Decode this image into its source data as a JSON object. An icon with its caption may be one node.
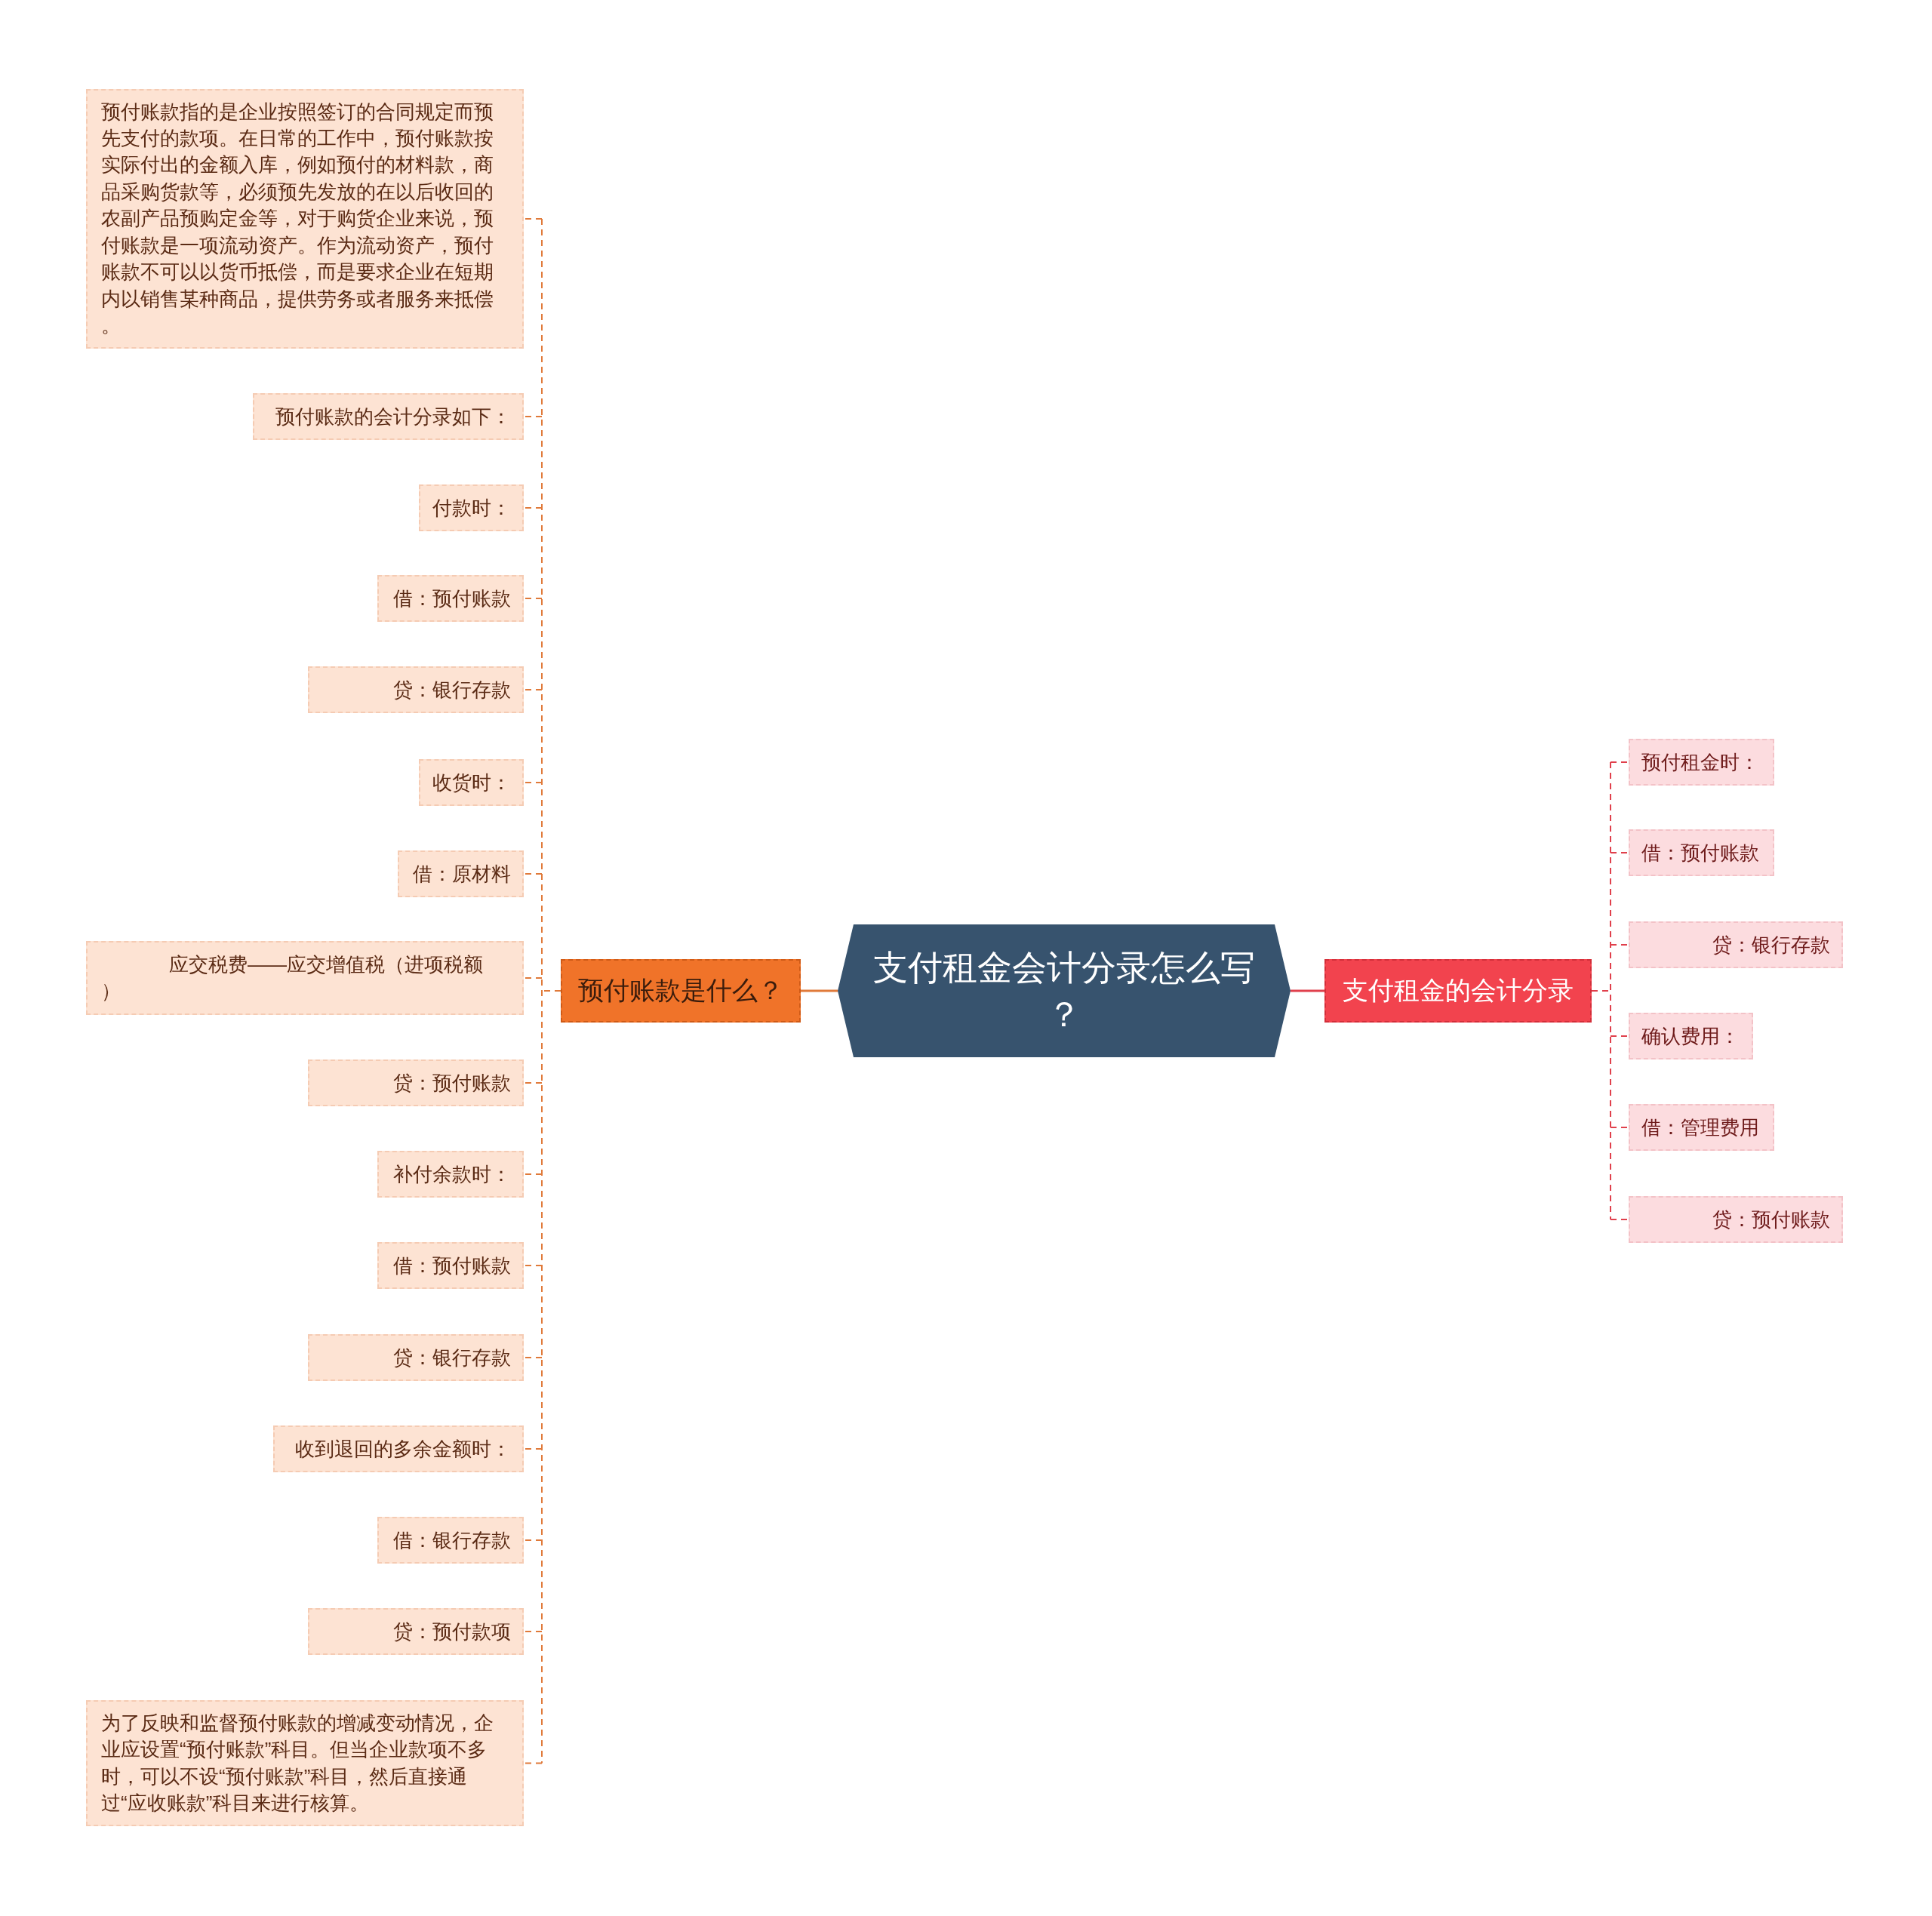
{
  "diagram": {
    "nodes": [
      {
        "text": [
          "支付租金会计分录怎么写？"
        ]
      },
      {
        "text": [
          "预付账款是什么？"
        ]
      },
      {
        "text": [
          "预付账款指的是企业按照签订的合同规定而预先支付的款项。在日常的工作中，预付账款按实际付出的金额入库，例如预付的材料款，商品采购货款等，必须预先发放的在以后收回的农副产品预购定金等，对于购货企业来说，预付账款是一项流动资产。作为流动资产，预付账款不可以以货币抵偿，而是要求企业在短期内以销售某种商品，提供劳务或者服务来抵偿。"
        ]
      },
      {
        "text": [
          "预付账款的会计分录如下："
        ]
      },
      {
        "text": [
          "付款时："
        ]
      },
      {
        "text": [
          "借：预付账款"
        ]
      },
      {
        "text": [
          "贷：银行存款"
        ]
      },
      {
        "text": [
          "收货时："
        ]
      },
      {
        "text": [
          "借：原材料"
        ]
      },
      {
        "text": [
          "应交税费——应交增值税（进项税额）"
        ]
      },
      {
        "text": [
          "贷：预付账款"
        ]
      },
      {
        "text": [
          "补付余款时："
        ]
      },
      {
        "text": [
          "借：预付账款"
        ]
      },
      {
        "text": [
          "贷：银行存款"
        ]
      },
      {
        "text": [
          "收到退回的多余金额时："
        ]
      },
      {
        "text": [
          "借：银行存款"
        ]
      },
      {
        "text": [
          "贷：预付款项"
        ]
      },
      {
        "text": [
          "为了反映和监督预付账款的增减变动情况，企业应设置“预付账款”科目。但当企业款项不多时，可以不设“预付账款”科目，然后直接通过“应收账款”科目来进行核算。"
        ]
      },
      {
        "text": [
          "支付租金的会计分录"
        ]
      },
      {
        "text": [
          "预付租金时："
        ]
      },
      {
        "text": [
          "借：预付账款"
        ]
      },
      {
        "text": [
          "贷：银行存款"
        ]
      },
      {
        "text": [
          "确认费用："
        ]
      },
      {
        "text": [
          "借：管理费用"
        ]
      },
      {
        "text": [
          "贷：预付账款"
        ]
      }
    ],
    "edges": [
      {
        "from": 0,
        "to": 1,
        "arrow": "none"
      },
      {
        "from": 1,
        "to": 2,
        "arrow": "none",
        "style": "dashed"
      },
      {
        "from": 1,
        "to": 3,
        "arrow": "none",
        "style": "dashed"
      },
      {
        "from": 1,
        "to": 4,
        "arrow": "none",
        "style": "dashed"
      },
      {
        "from": 1,
        "to": 5,
        "arrow": "none",
        "style": "dashed"
      },
      {
        "from": 1,
        "to": 6,
        "arrow": "none",
        "style": "dashed"
      },
      {
        "from": 1,
        "to": 7,
        "arrow": "none",
        "style": "dashed"
      },
      {
        "from": 1,
        "to": 8,
        "arrow": "none",
        "style": "dashed"
      },
      {
        "from": 1,
        "to": 9,
        "arrow": "none",
        "style": "dashed"
      },
      {
        "from": 1,
        "to": 10,
        "arrow": "none",
        "style": "dashed"
      },
      {
        "from": 1,
        "to": 11,
        "arrow": "none",
        "style": "dashed"
      },
      {
        "from": 1,
        "to": 12,
        "arrow": "none",
        "style": "dashed"
      },
      {
        "from": 1,
        "to": 13,
        "arrow": "none",
        "style": "dashed"
      },
      {
        "from": 1,
        "to": 14,
        "arrow": "none",
        "style": "dashed"
      },
      {
        "from": 1,
        "to": 15,
        "arrow": "none",
        "style": "dashed"
      },
      {
        "from": 1,
        "to": 16,
        "arrow": "none",
        "style": "dashed"
      },
      {
        "from": 1,
        "to": 17,
        "arrow": "none",
        "style": "dashed"
      },
      {
        "from": 0,
        "to": 18,
        "arrow": "none",
        "color": "#e0404c"
      },
      {
        "from": 18,
        "to": 19,
        "arrow": "none",
        "style": "dashed",
        "color": "#e0404c"
      },
      {
        "from": 18,
        "to": 20,
        "arrow": "none",
        "style": "dashed",
        "color": "#e0404c"
      },
      {
        "from": 18,
        "to": 21,
        "arrow": "none",
        "style": "dashed",
        "color": "#e0404c"
      },
      {
        "from": 18,
        "to": 22,
        "arrow": "none",
        "style": "dashed",
        "color": "#e0404c"
      },
      {
        "from": 18,
        "to": 23,
        "arrow": "none",
        "style": "dashed",
        "color": "#e0404c"
      },
      {
        "from": 18,
        "to": 24,
        "arrow": "none",
        "style": "dashed",
        "color": "#e0404c"
      }
    ]
  }
}
